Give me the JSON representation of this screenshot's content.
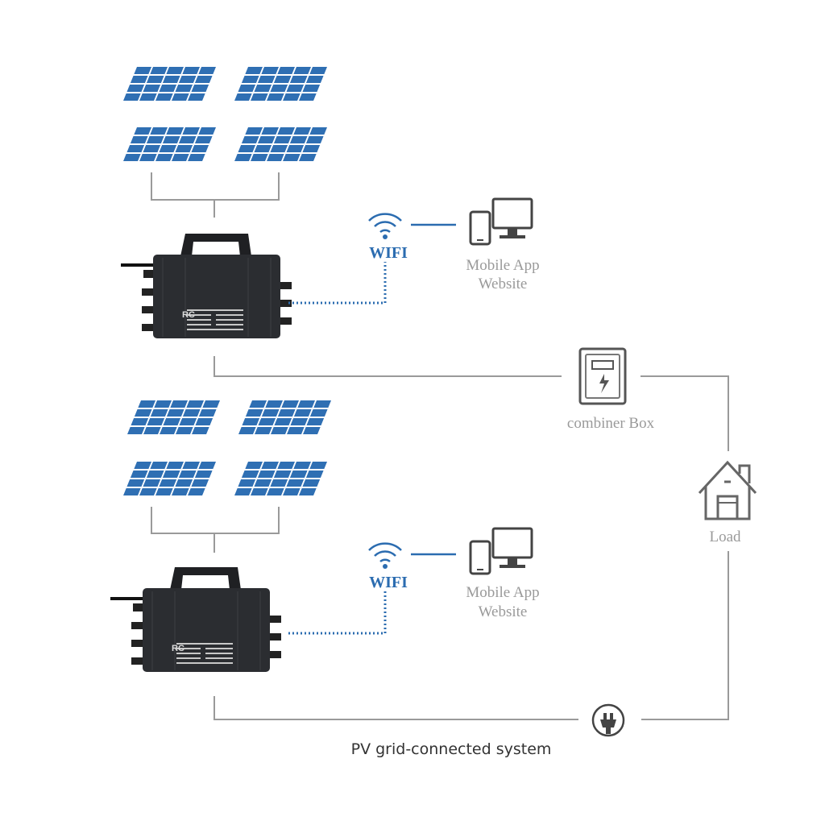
{
  "diagram": {
    "caption": "PV grid-connected system",
    "wifi_label": "WIFI",
    "monitor_line1": "Mobile App",
    "monitor_line2": "Website",
    "combiner_label": "combiner Box",
    "load_label": "Load",
    "inverter_brand": "RC",
    "colors": {
      "panel": "#2f6fb3",
      "wifi": "#2b6cb0",
      "inverter": "#2b2d31",
      "line": "#9a9a9a",
      "label": "#9a9a9a"
    },
    "icons": [
      "solar-panel-icon",
      "microinverter-icon",
      "wifi-icon",
      "phone-monitor-icon",
      "combiner-box-icon",
      "house-icon",
      "plug-icon"
    ]
  }
}
